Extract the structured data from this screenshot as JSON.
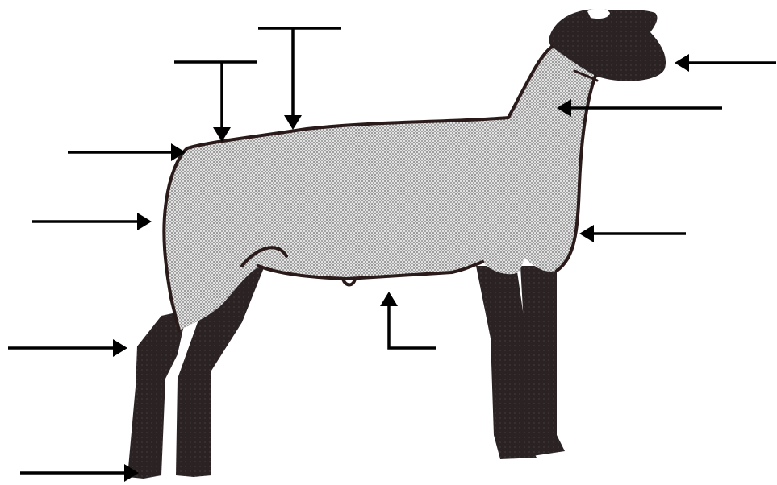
{
  "diagram": {
    "subject": "sheep",
    "colors": {
      "body_wool": "#c9c9c9",
      "dark_parts": "#2b2224",
      "outline": "#2a1a1a",
      "arrows": "#000000",
      "background": "#ffffff"
    },
    "pointers": [
      {
        "id": "muzzle",
        "style": "arrow-left"
      },
      {
        "id": "neck",
        "style": "arrow-left"
      },
      {
        "id": "breast",
        "style": "arrow-left"
      },
      {
        "id": "belly",
        "style": "elbow-up"
      },
      {
        "id": "loin",
        "style": "tee-down"
      },
      {
        "id": "rump",
        "style": "tee-down"
      },
      {
        "id": "dock",
        "style": "arrow-right"
      },
      {
        "id": "leg",
        "style": "arrow-right"
      },
      {
        "id": "hock",
        "style": "arrow-right"
      },
      {
        "id": "hoof",
        "style": "arrow-right"
      }
    ]
  }
}
